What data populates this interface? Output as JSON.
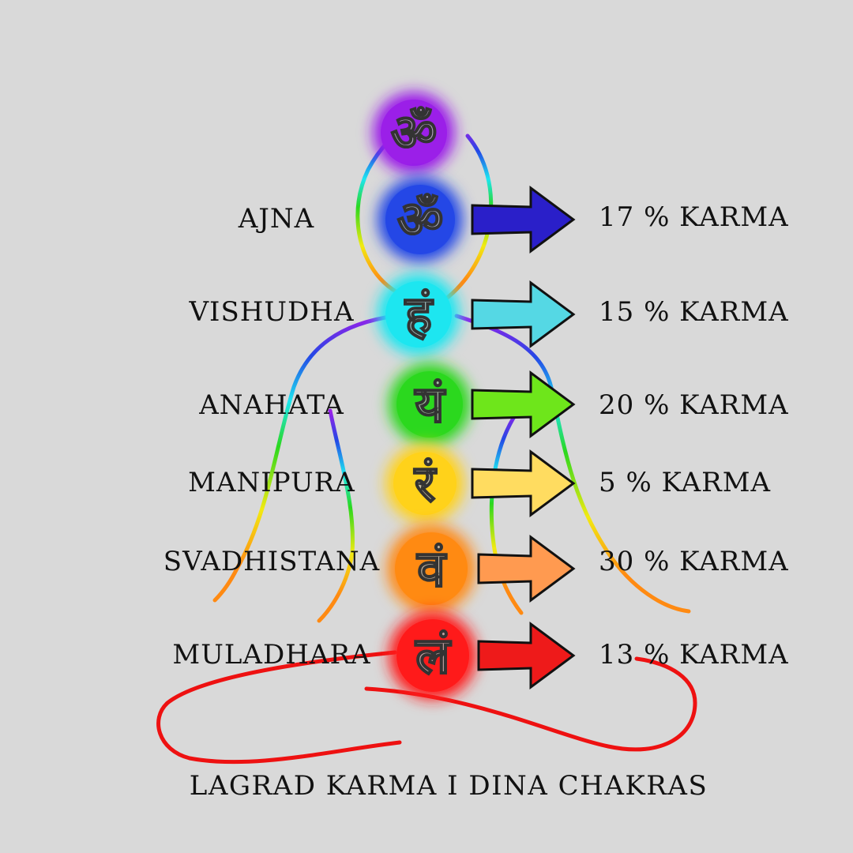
{
  "chakras": [
    {
      "name": "",
      "syllable": "ॐ",
      "color": "#9b1fe8",
      "karma": ""
    },
    {
      "name": "AJNA",
      "syllable": "ॐ",
      "color": "#2447e6",
      "karma": "17 % KARMA",
      "arrow_color": "#2a1fc9"
    },
    {
      "name": "VISHUDHA",
      "syllable": "हं",
      "color": "#1de6f0",
      "karma": "15 % KARMA",
      "arrow_color": "#55d8e4"
    },
    {
      "name": "ANAHATA",
      "syllable": "यं",
      "color": "#2bd81e",
      "karma": "20 % KARMA",
      "arrow_color": "#6ee61b"
    },
    {
      "name": "MANIPURA",
      "syllable": "रं",
      "color": "#ffd21a",
      "karma": "5 %  KARMA",
      "arrow_color": "#ffdc60"
    },
    {
      "name": "SVADHISTANA",
      "syllable": "वं",
      "color": "#ff8a12",
      "karma": "30 % KARMA",
      "arrow_color": "#ff9a50"
    },
    {
      "name": "MULADHARA",
      "syllable": "लं",
      "color": "#ff1a1a",
      "karma": "13 % KARMA",
      "arrow_color": "#ee1a1a"
    }
  ],
  "caption": "LAGRAD KARMA I DINA CHAKRAS"
}
